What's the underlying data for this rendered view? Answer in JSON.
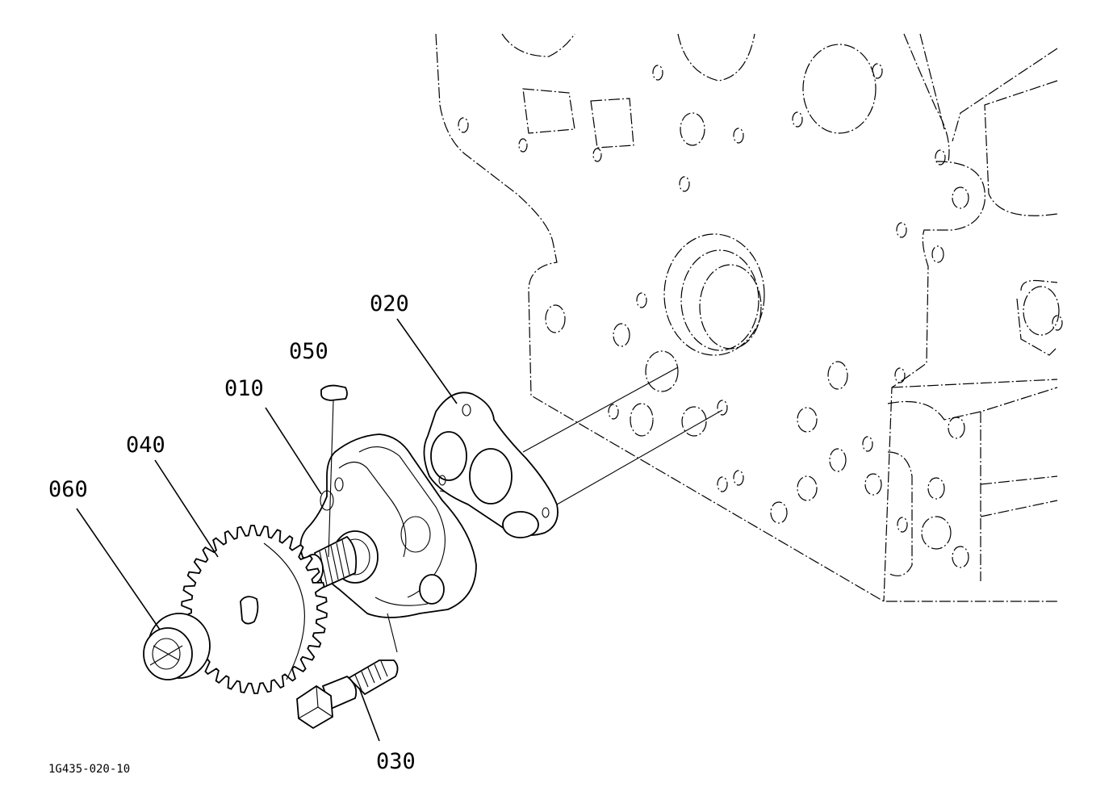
{
  "callouts": [
    {
      "id": "010",
      "label": "010"
    },
    {
      "id": "020",
      "label": "020"
    },
    {
      "id": "030",
      "label": "030"
    },
    {
      "id": "040",
      "label": "040"
    },
    {
      "id": "050",
      "label": "050"
    },
    {
      "id": "060",
      "label": "060"
    }
  ],
  "drawing_code": "1G435-020-10"
}
